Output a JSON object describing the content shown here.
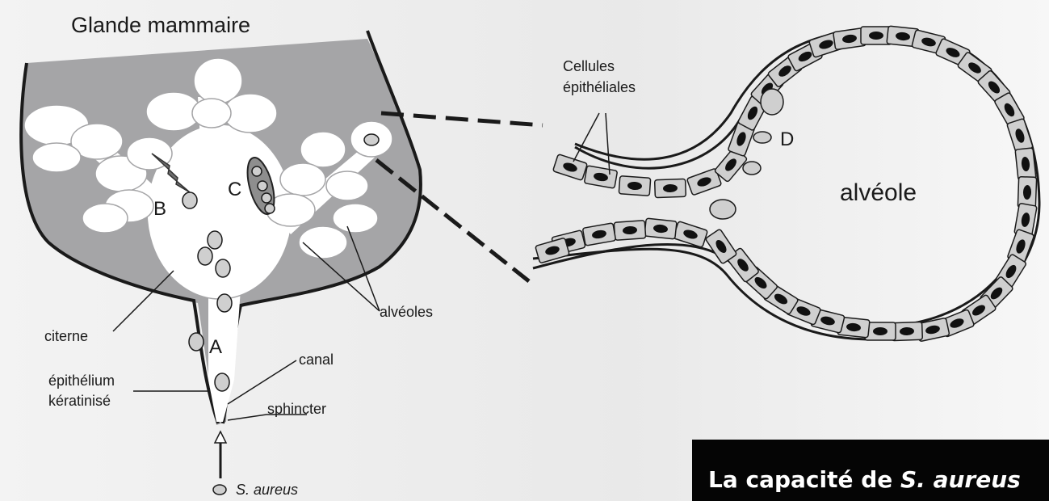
{
  "title": "Glande mammaire",
  "labels": {
    "citerne": "citerne",
    "epithelium_line1": "épithélium",
    "epithelium_line2": "kératinisé",
    "canal": "canal",
    "sphincter": "sphincter",
    "alveoles": "alvéoles",
    "s_aureus": "S. aureus",
    "cellules_line1": "Cellules",
    "cellules_line2": "épithéliales",
    "alveole": "alvéole"
  },
  "markers": {
    "a": "A",
    "b": "B",
    "c": "C",
    "d": "D"
  },
  "caption": {
    "prefix": "La capacité de ",
    "italic": "S. aureus"
  },
  "colors": {
    "gland_fill": "#a5a5a7",
    "cell_fill": "#cfcfcf",
    "nucleus": "#111111",
    "caption_bg": "#050505"
  }
}
